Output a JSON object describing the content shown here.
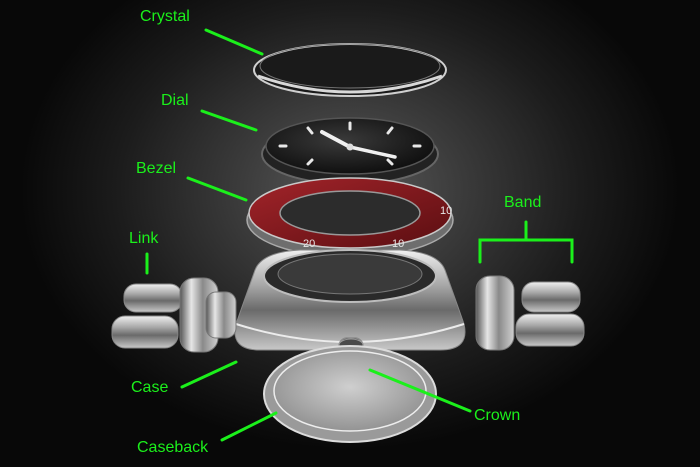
{
  "labels": {
    "crystal": "Crystal",
    "dial": "Dial",
    "bezel": "Bezel",
    "link": "Link",
    "band": "Band",
    "case": "Case",
    "crown": "Crown",
    "caseback": "Caseback"
  },
  "bezel_numerals": [
    "10",
    "20",
    "10"
  ],
  "colors": {
    "label_green": "#1bf01b",
    "bezel_red": "#7a1418",
    "background": "#2e2e2e"
  }
}
